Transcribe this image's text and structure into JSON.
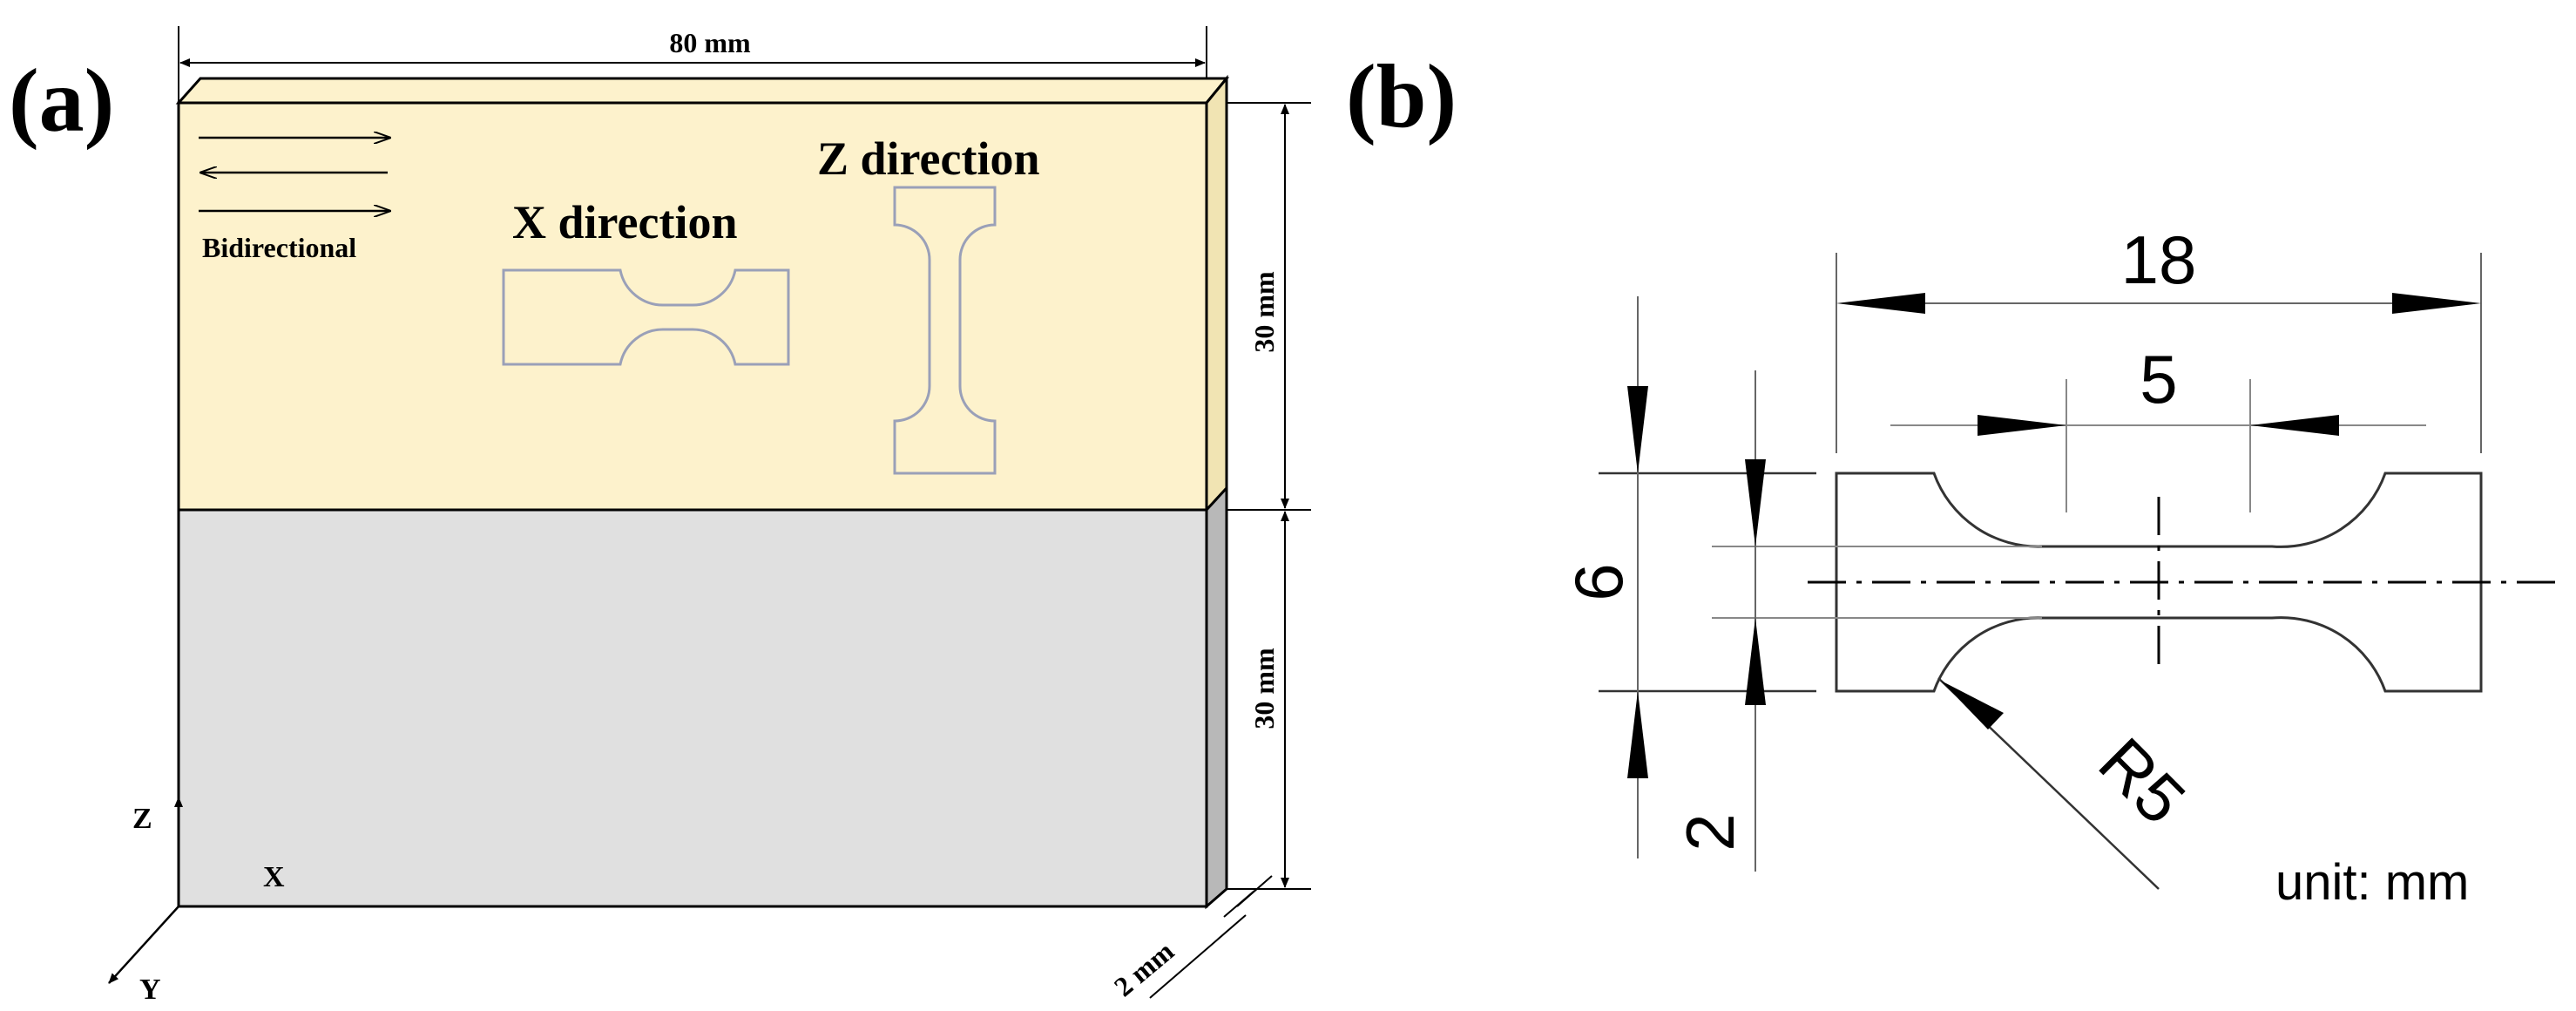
{
  "panel_a": {
    "label": "(a)",
    "width_dim": "80 mm",
    "upper_height_dim": "30 mm",
    "lower_height_dim": "30 mm",
    "thickness_dim": "2 mm",
    "scan_label": "Bidirectional",
    "x_direction_label": "X direction",
    "z_direction_label": "Z direction",
    "axes": {
      "z": "Z",
      "x": "X",
      "y": "Y"
    },
    "colors": {
      "upper_region": "#fdf2cc",
      "lower_region": "#e0e0e0",
      "side_face": "#b8b8b8",
      "specimen_outline": "#9aa0b8"
    }
  },
  "panel_b": {
    "label": "(b)",
    "overall_length": "18",
    "gauge_length": "5",
    "width": "6",
    "gauge_width": "2",
    "radius": "R5",
    "unit": "unit: mm"
  }
}
